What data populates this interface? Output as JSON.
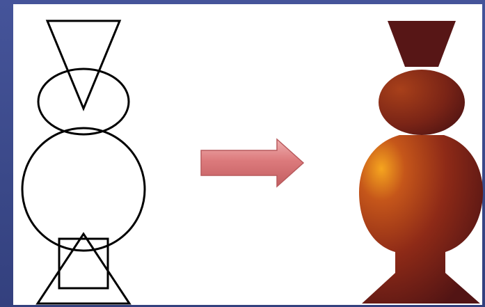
{
  "diagram": {
    "left_figure": {
      "parts": [
        "triangle-inverted",
        "small-ellipse",
        "large-circle",
        "square",
        "triangle-upright"
      ],
      "stroke_color": "#000000"
    },
    "arrow": {
      "direction": "right",
      "color": "#d9777a",
      "edge_color": "#b55559"
    },
    "right_figure": {
      "fill_dark": "#4a1212",
      "fill_mid": "#8a2a14",
      "highlight": "#f39a1c"
    }
  },
  "colors": {
    "background": "#3b4a8c",
    "panel": "#ffffff"
  }
}
